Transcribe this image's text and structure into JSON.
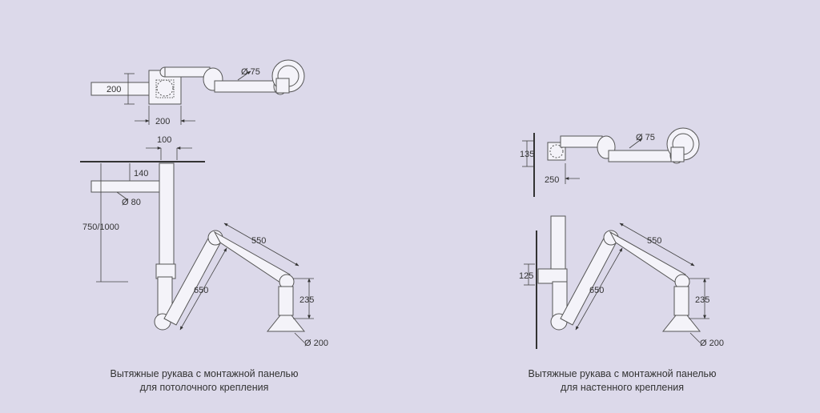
{
  "dims": {
    "d75": "Ø 75",
    "d80": "Ø 80",
    "d200": "Ø 200",
    "w200": "200",
    "h200": "200",
    "w100": "100",
    "h140": "140",
    "h750": "750/1000",
    "l550": "550",
    "l650": "650",
    "h235": "235",
    "h135": "135",
    "w250": "250",
    "h125": "125"
  },
  "captions": {
    "left_line1": "Вытяжные рукава с монтажной панелью",
    "left_line2": "для потолочного крепления",
    "right_line1": "Вытяжные рукава с монтажной панелью",
    "right_line2": "для настенного крепления"
  },
  "colors": {
    "background": "#dcd9ea",
    "line": "#333333",
    "tube_fill": "#f4f3f9"
  }
}
